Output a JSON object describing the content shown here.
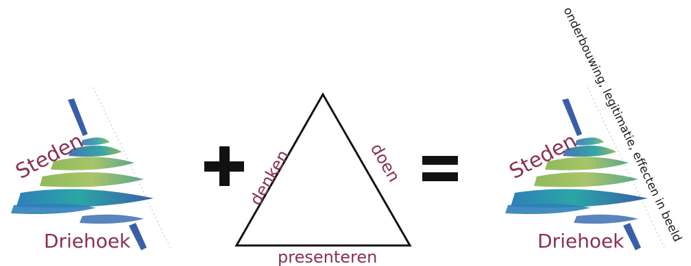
{
  "logo_left": {
    "word_top": "Steden",
    "word_bottom": "Driehoek"
  },
  "operator_plus": "+",
  "triangle": {
    "left_side": "denken",
    "right_side": "doen",
    "bottom_side": "presenteren"
  },
  "operator_equals": "=",
  "logo_right": {
    "word_top": "Steden",
    "word_bottom": "Driehoek",
    "diagonal_caption": "onderbouwing, legitimatie, effecten in beeld"
  },
  "colors": {
    "wordmark": "#8b2f4f",
    "tree_blue_dark": "#2f5fa8",
    "tree_teal": "#2c9a9a",
    "tree_green": "#8fba5a",
    "tree_yellowgreen": "#b9c96a",
    "operator": "#111111",
    "triangle_stroke": "#111111"
  }
}
